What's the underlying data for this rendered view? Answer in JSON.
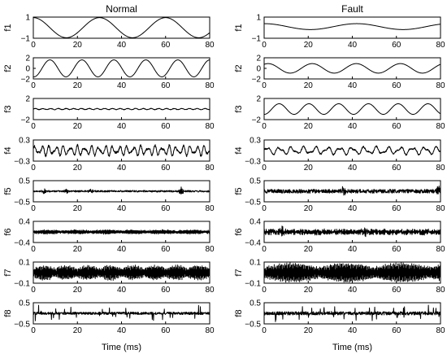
{
  "chart_data": [
    {
      "type": "line",
      "title": "Normal",
      "xlabel": "Time (ms)",
      "xlim": [
        0,
        80
      ],
      "xticks": [
        "0",
        "20",
        "40",
        "60",
        "80"
      ],
      "panels": [
        {
          "ylabel": "f1",
          "ylim": [
            -1,
            1
          ],
          "yticks": [
            "1",
            "−1"
          ],
          "signal": {
            "description": "slow oscillation",
            "components": [
              {
                "amp": 0.95,
                "period_ms": 30,
                "phase": 1.57
              }
            ],
            "offset": 0,
            "noise": 0
          }
        },
        {
          "ylabel": "f2",
          "ylim": [
            -2,
            2
          ],
          "yticks": [
            "2",
            "0",
            "−2"
          ],
          "signal": {
            "description": "sinusoid",
            "components": [
              {
                "amp": 1.6,
                "period_ms": 14.5,
                "phase": -1.7
              }
            ],
            "offset": 0,
            "noise": 0
          }
        },
        {
          "ylabel": "f3",
          "ylim": [
            -2,
            2
          ],
          "yticks": [
            "2",
            "−2"
          ],
          "signal": {
            "description": "near-constant small ripple",
            "components": [
              {
                "amp": 0.1,
                "period_ms": 3.5,
                "phase": 0
              }
            ],
            "offset": 0,
            "noise": 0.05
          }
        },
        {
          "ylabel": "f4",
          "ylim": [
            -0.3,
            0.3
          ],
          "yticks": [
            "0.3",
            "−0.3"
          ],
          "signal": {
            "description": "irregular oscillation",
            "components": [
              {
                "amp": 0.1,
                "period_ms": 3.2,
                "phase": 0
              },
              {
                "amp": 0.05,
                "period_ms": 2.2,
                "phase": 1
              }
            ],
            "offset": 0,
            "noise": 0.03
          }
        },
        {
          "ylabel": "f5",
          "ylim": [
            -0.5,
            0.5
          ],
          "yticks": [
            "0.5",
            "−0.5"
          ],
          "signal": {
            "description": "low-amplitude noise with bursts",
            "components": [],
            "offset": 0,
            "noise": 0.04,
            "bursts": [
              {
                "t": 5,
                "amp": 0.12
              },
              {
                "t": 15,
                "amp": 0.1
              },
              {
                "t": 26,
                "amp": 0.1
              },
              {
                "t": 67,
                "amp": 0.25
              }
            ]
          }
        },
        {
          "ylabel": "f6",
          "ylim": [
            -0.4,
            0.4
          ],
          "yticks": [
            "0.4",
            "−0.4"
          ],
          "signal": {
            "description": "modulated high-frequency band",
            "components": [
              {
                "amp": 0.07,
                "period_ms": 0.4,
                "phase": 0
              }
            ],
            "offset": 0,
            "noise": 0.02,
            "envelope_period_ms": 13
          }
        },
        {
          "ylabel": "f7",
          "ylim": [
            -0.1,
            0.1
          ],
          "yticks": [
            "0.1",
            "−0.1"
          ],
          "signal": {
            "description": "dense modulated oscillation",
            "components": [
              {
                "amp": 0.065,
                "period_ms": 0.3,
                "phase": 0
              }
            ],
            "offset": 0,
            "noise": 0.01,
            "envelope_period_ms": 10
          }
        },
        {
          "ylabel": "f8",
          "ylim": [
            -0.5,
            0.5
          ],
          "yticks": [
            "0.5",
            "−0.5"
          ],
          "signal": {
            "description": "noise with sparse spikes",
            "components": [],
            "offset": 0,
            "noise": 0.06,
            "spikes": 22
          }
        }
      ]
    },
    {
      "type": "line",
      "title": "Fault",
      "xlabel": "Time (ms)",
      "xlim": [
        0,
        80
      ],
      "xticks": [
        "0",
        "20",
        "40",
        "60",
        "80"
      ],
      "panels": [
        {
          "ylabel": "f1",
          "ylim": [
            -1,
            1
          ],
          "yticks": [
            "1",
            "−1"
          ],
          "signal": {
            "description": "slow oscillation",
            "components": [
              {
                "amp": 0.28,
                "period_ms": 42,
                "phase": 1.57
              }
            ],
            "offset": 0.1,
            "noise": 0
          }
        },
        {
          "ylabel": "f2",
          "ylim": [
            -2,
            2
          ],
          "yticks": [
            "2",
            "0",
            "−2"
          ],
          "signal": {
            "description": "sinusoid",
            "components": [
              {
                "amp": 0.9,
                "period_ms": 20,
                "phase": 1.0
              }
            ],
            "offset": 0,
            "noise": 0
          }
        },
        {
          "ylabel": "f3",
          "ylim": [
            -2,
            2
          ],
          "yticks": [
            "2",
            "−2"
          ],
          "signal": {
            "description": "sinusoid",
            "components": [
              {
                "amp": 1.0,
                "period_ms": 13.5,
                "phase": -1.6
              }
            ],
            "offset": 0,
            "noise": 0
          }
        },
        {
          "ylabel": "f4",
          "ylim": [
            -0.3,
            0.3
          ],
          "yticks": [
            "0.3",
            "−0.3"
          ],
          "signal": {
            "description": "irregular oscillation",
            "components": [
              {
                "amp": 0.08,
                "period_ms": 5.5,
                "phase": 0
              },
              {
                "amp": 0.04,
                "period_ms": 3,
                "phase": 2
              }
            ],
            "offset": 0,
            "noise": 0.02
          }
        },
        {
          "ylabel": "f5",
          "ylim": [
            -0.5,
            0.5
          ],
          "yticks": [
            "0.5",
            "−0.5"
          ],
          "signal": {
            "description": "irregular noise",
            "components": [],
            "offset": 0,
            "noise": 0.09,
            "bursts": [
              {
                "t": 36,
                "amp": 0.25
              },
              {
                "t": 79,
                "amp": 0.3
              }
            ]
          }
        },
        {
          "ylabel": "f6",
          "ylim": [
            -0.4,
            0.4
          ],
          "yticks": [
            "0.4",
            "−0.4"
          ],
          "signal": {
            "description": "noisy high-frequency band",
            "components": [
              {
                "amp": 0.06,
                "period_ms": 0.4,
                "phase": 0
              }
            ],
            "offset": 0,
            "noise": 0.06,
            "bursts": [
              {
                "t": 8,
                "amp": 0.25
              },
              {
                "t": 46,
                "amp": 0.2
              }
            ]
          }
        },
        {
          "ylabel": "f7",
          "ylim": [
            -0.1,
            0.1
          ],
          "yticks": [
            "0.1",
            "−0.1"
          ],
          "signal": {
            "description": "dense high-amplitude oscillation",
            "components": [
              {
                "amp": 0.085,
                "period_ms": 0.3,
                "phase": 0
              }
            ],
            "offset": 0,
            "noise": 0.01,
            "envelope_period_ms": 25
          }
        },
        {
          "ylabel": "f8",
          "ylim": [
            -0.5,
            0.5
          ],
          "yticks": [
            "0.5",
            "−0.5"
          ],
          "signal": {
            "description": "noise with many spikes",
            "components": [],
            "offset": 0,
            "noise": 0.08,
            "spikes": 34
          }
        }
      ]
    }
  ]
}
